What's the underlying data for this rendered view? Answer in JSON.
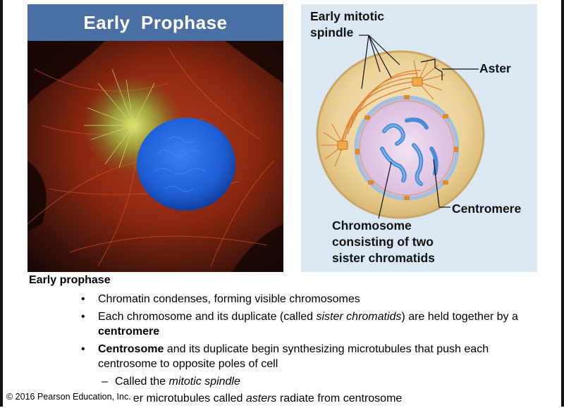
{
  "photo": {
    "title": "Early  Prophase"
  },
  "diagram": {
    "labels": {
      "spindle": "Early mitotic\nspindle",
      "aster": "Aster",
      "centromere": "Centromere",
      "chromosome": "Chromosome\nconsisting of two\nsister chromatids"
    }
  },
  "text": {
    "heading": "Early prophase",
    "b1": "Chromatin condenses, forming visible chromosomes",
    "b2_pre": "Each chromosome and its duplicate (called ",
    "b2_em": "sister chromatids",
    "b2_mid": ") are held together by a ",
    "b2_bold": "centromere",
    "b3_bold": "Centrosome",
    "b3_rest": " and its duplicate begin synthesizing microtubules that push each centrosome to opposite poles of cell",
    "s1_pre": "Called the ",
    "s1_em": "mitotic spindle",
    "s2_pre": "Other microtubules called ",
    "s2_em": "asters",
    "s2_post": " radiate from centrosome",
    "bullet_glyph": "•",
    "dash_glyph": "–"
  },
  "footer": {
    "copyright": "© 2016 Pearson Education, Inc."
  },
  "colors": {
    "title_bar": "#4a6fa5",
    "diagram_bg": "#dbe8f4",
    "nucleus_blue": "#1f5fd6",
    "microtubule_red": "#c8321e"
  }
}
